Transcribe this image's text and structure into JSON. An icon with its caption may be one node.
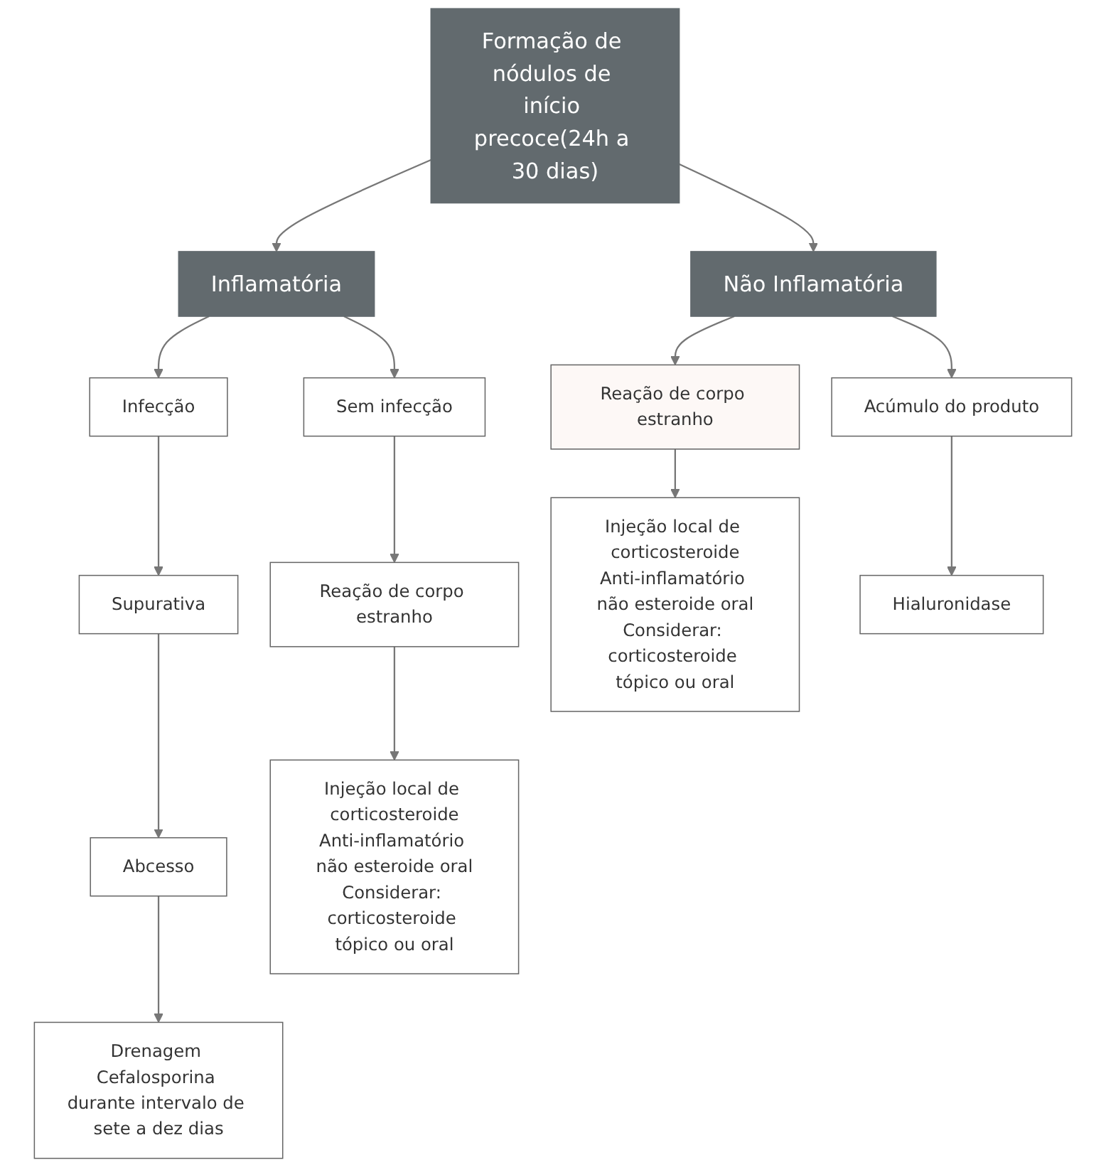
{
  "diagram": {
    "nodes": [
      {
        "text": [
          "Formação de nódulos de início precoce(24h a 30 dias)"
        ]
      },
      {
        "text": [
          "Inflamatória"
        ]
      },
      {
        "text": [
          "Não Inflamatória"
        ]
      },
      {
        "text": [
          "Infecção"
        ]
      },
      {
        "text": [
          "Sem infecção"
        ]
      },
      {
        "text": [
          "Supurativa"
        ]
      },
      {
        "text": [
          "Reação de corpo estranho"
        ]
      },
      {
        "text": [
          "Abcesso"
        ]
      },
      {
        "text": [
          "Drenagem Cefalosporina durante intervalo de sete a dez dias"
        ]
      },
      {
        "text": [
          "Injeção local de corticosteroide",
          "Anti-inflamatório não esteroide oral",
          "Considerar: corticosteroide tópico ou oral"
        ]
      },
      {
        "text": [
          "Reação de corpo estranho"
        ]
      },
      {
        "text": [
          "Acúmulo do produto"
        ]
      },
      {
        "text": [
          "Injeção local de corticosteroide",
          "Anti-inflamatório não esteroide oral",
          "Considerar: corticosteroide tópico ou oral"
        ]
      },
      {
        "text": [
          "Hialuronidase"
        ]
      }
    ],
    "edges": [
      {
        "from": 0,
        "to": 1,
        "arrow": "to"
      },
      {
        "from": 0,
        "to": 2,
        "arrow": "to"
      },
      {
        "from": 1,
        "to": 3,
        "arrow": "to"
      },
      {
        "from": 1,
        "to": 4,
        "arrow": "to"
      },
      {
        "from": 2,
        "to": 10,
        "arrow": "to"
      },
      {
        "from": 2,
        "to": 11,
        "arrow": "to"
      },
      {
        "from": 3,
        "to": 5,
        "arrow": "to"
      },
      {
        "from": 5,
        "to": 7,
        "arrow": "to"
      },
      {
        "from": 7,
        "to": 8,
        "arrow": "to"
      },
      {
        "from": 4,
        "to": 6,
        "arrow": "to"
      },
      {
        "from": 6,
        "to": 9,
        "arrow": "to"
      },
      {
        "from": 10,
        "to": 12,
        "arrow": "to"
      },
      {
        "from": 11,
        "to": 13,
        "arrow": "to"
      }
    ]
  }
}
